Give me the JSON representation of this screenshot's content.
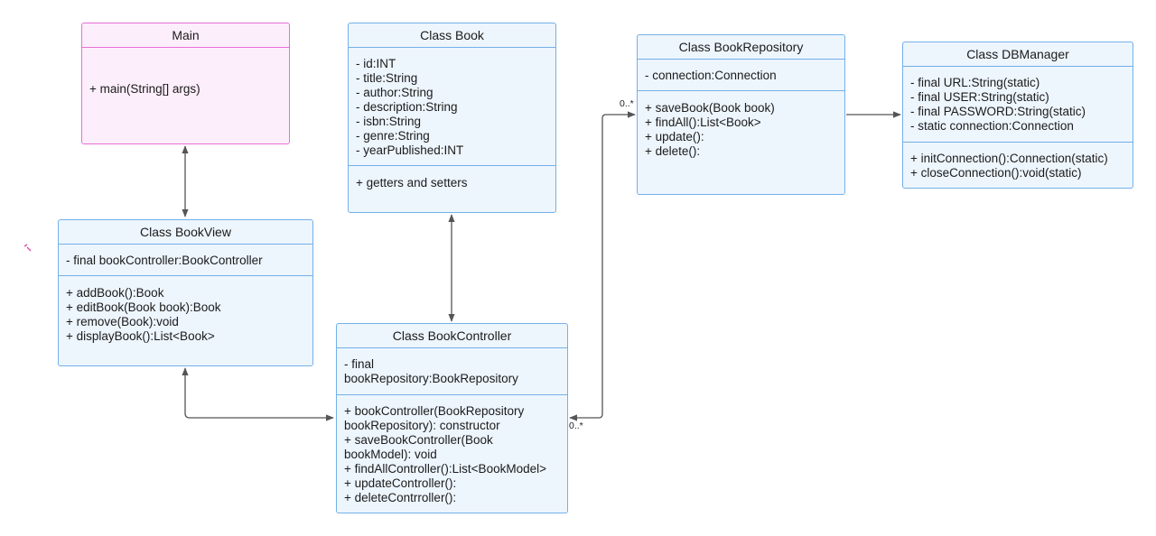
{
  "classes": {
    "main": {
      "title": "Main",
      "attributes": [],
      "methods": [
        "+ main(String[] args)"
      ]
    },
    "book": {
      "title": "Class Book",
      "attributes": [
        "- id:INT",
        "- title:String",
        "- author:String",
        "- description:String",
        "- isbn:String",
        "- genre:String",
        "- yearPublished:INT"
      ],
      "methods": [
        "+ getters and setters"
      ]
    },
    "book_repository": {
      "title": "Class BookRepository",
      "attributes": [
        "- connection:Connection"
      ],
      "methods": [
        "+ saveBook(Book book)",
        "+ findAll():List<Book>",
        "+ update():",
        "+ delete():"
      ]
    },
    "db_manager": {
      "title": "Class DBManager",
      "attributes": [
        "- final URL:String(static)",
        "- final USER:String(static)",
        "- final PASSWORD:String(static)",
        "- static connection:Connection"
      ],
      "methods": [
        "+ initConnection():Connection(static)",
        "+ closeConnection():void(static)"
      ]
    },
    "book_view": {
      "title": "Class BookView",
      "attributes": [
        "- final bookController:BookController"
      ],
      "methods": [
        "+ addBook():Book",
        "+ editBook(Book book):Book",
        "+ remove(Book):void",
        "+ displayBook():List<Book>"
      ]
    },
    "book_controller": {
      "title": "Class BookController",
      "attributes": [
        "- final bookRepository:BookRepository"
      ],
      "methods": [
        "+ bookController(BookRepository bookRepository): constructor",
        "+ saveBookController(Book bookModel): void",
        "+ findAllController():List<BookModel>",
        "+ updateController():",
        "+ deleteContrroller():"
      ]
    }
  },
  "multiplicities": {
    "repository_end": "0..*",
    "controller_end": "0..*"
  },
  "colors": {
    "class_border": "#74b0e8",
    "class_fill": "#edf5fd",
    "main_border": "#e86fd8",
    "main_fill": "#fdeefb",
    "connector": "#555555"
  }
}
